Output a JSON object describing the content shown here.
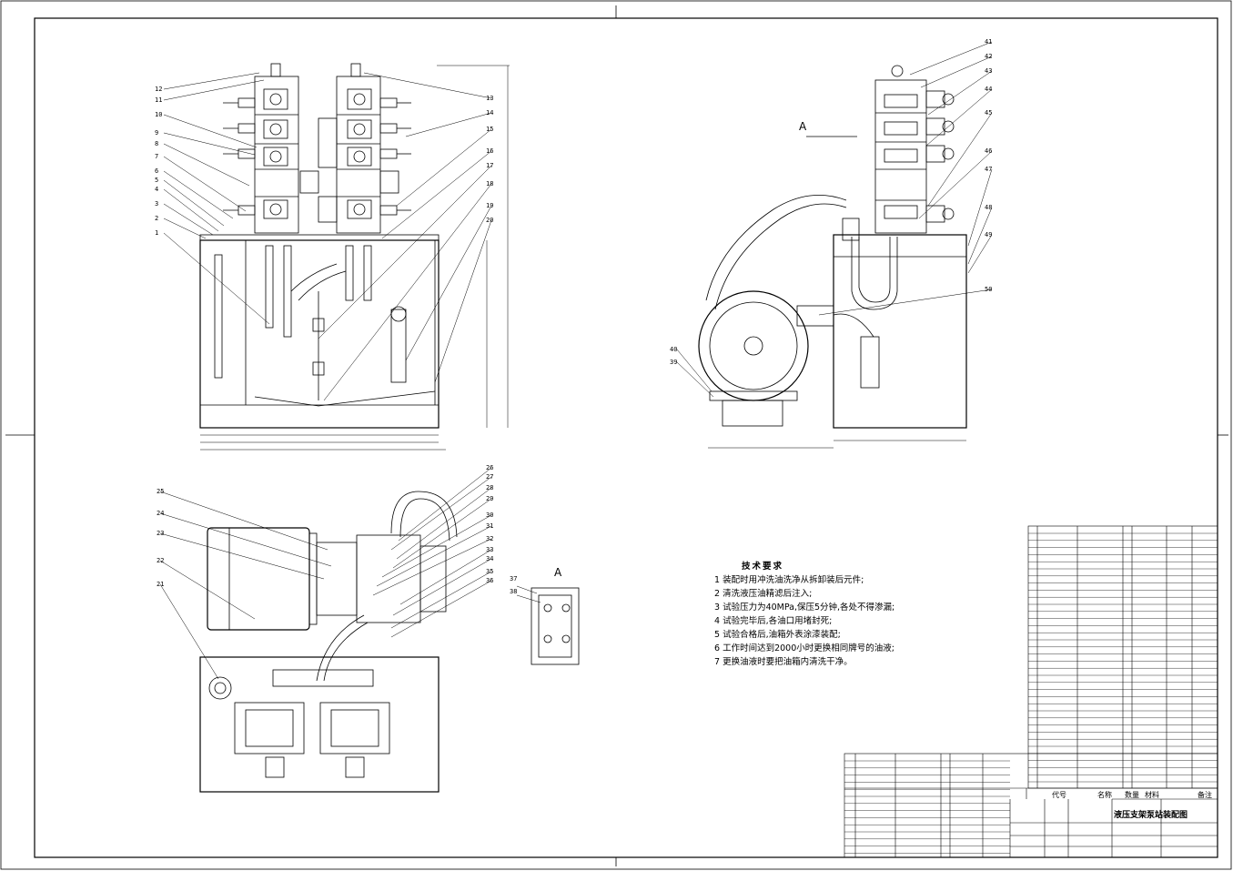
{
  "drawing": {
    "view_labels": {
      "front_section": "A",
      "detail": "A"
    },
    "balloons_front": [
      "12",
      "11",
      "10",
      "9",
      "8",
      "7",
      "6",
      "5",
      "4",
      "3",
      "2",
      "1",
      "13",
      "14",
      "15",
      "16",
      "17",
      "18",
      "19",
      "20"
    ],
    "balloons_side": [
      "41",
      "42",
      "43",
      "44",
      "45",
      "46",
      "47",
      "48",
      "49",
      "50",
      "40",
      "39"
    ],
    "balloons_top": [
      "25",
      "24",
      "23",
      "22",
      "21",
      "26",
      "27",
      "28",
      "29",
      "30",
      "31",
      "32",
      "33",
      "34",
      "35",
      "36",
      "38",
      "37"
    ],
    "technical_requirements": {
      "title": "技术要求",
      "lines": [
        "1 装配时用冲洗油洗净从拆卸装后元件;",
        "2 清洗液压油精滤后注入;",
        "3 试验压力为40MPa,保压5分钟,各处不得渗漏;",
        "4 试验完毕后,各油口用堵封死;",
        "5 试验合格后,油箱外表涂漆装配;",
        "6 工作时间达到2000小时更换相同牌号的油液;",
        "7 更换油液时要把油箱内清洗干净。"
      ]
    },
    "title_block": {
      "drawing_title": "液压支架泵站装配图",
      "header_code": "代号",
      "header_name": "名称",
      "header_qty": "数量",
      "header_material": "材料",
      "header_remark": "备注"
    }
  }
}
